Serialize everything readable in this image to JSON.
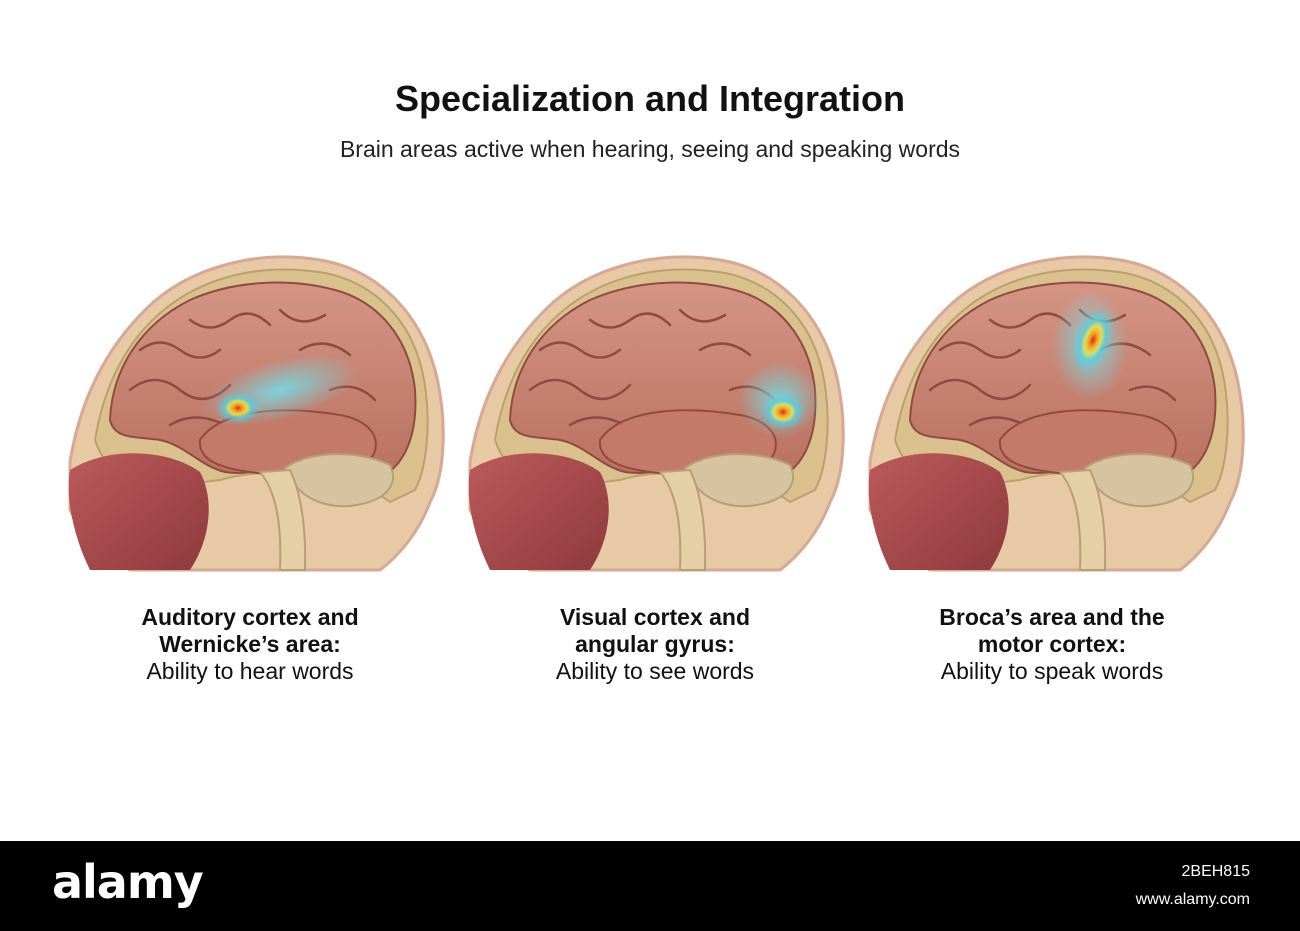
{
  "header": {
    "title": "Specialization and Integration",
    "subtitle": "Brain areas active when hearing, seeing and speaking words"
  },
  "panels": [
    {
      "bold_line1": "Auditory cortex and",
      "bold_line2": "Wernicke’s area:",
      "description": "Ability to hear words",
      "activation": "superior temporal region"
    },
    {
      "bold_line1": "Visual cortex and",
      "bold_line2": "angular gyrus:",
      "description": "Ability to see words",
      "activation": "posterior parietal-occipital region"
    },
    {
      "bold_line1": "Broca’s area and the",
      "bold_line2": "motor cortex:",
      "description": "Ability to speak words",
      "activation": "frontal-motor region"
    }
  ],
  "footer": {
    "logo": "alamy",
    "image_id": "2BEH815",
    "url": "www.alamy.com"
  },
  "colors": {
    "brain": "#c98573",
    "brain_dark": "#8f4b40",
    "skin": "#e8c9a5",
    "skull": "#d9c08d",
    "cerebellum": "#d8c3a0",
    "tongue": "#a8464a",
    "heat_blue": "#4fd0e6",
    "heat_yellow": "#f3e04a",
    "heat_red": "#e2261b",
    "footer_bg": "#000000"
  }
}
